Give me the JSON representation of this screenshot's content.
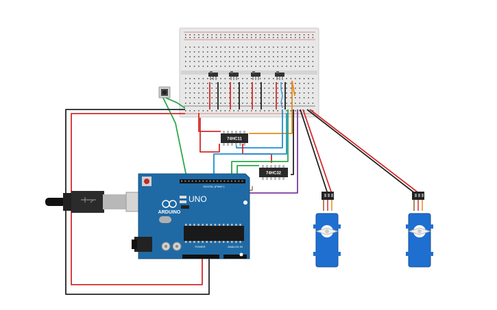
{
  "arduino": {
    "brand": "ARDUINO",
    "model": "UNO",
    "digital_label": "DIGITAL (PWM~)",
    "power_label": "POWER",
    "analog_label": "ANALOG IN",
    "board_color": "#1f6aa5"
  },
  "chips": [
    {
      "label": "74HC11"
    },
    {
      "label": "74HC32"
    }
  ],
  "colors": {
    "wire_red": "#d42a2a",
    "wire_black": "#222222",
    "wire_green": "#2aa84a",
    "wire_blue": "#1c8fd6",
    "wire_orange": "#e58a17",
    "wire_purple": "#7b3aa0",
    "wire_brown": "#8a5a2b",
    "servo_blue": "#1f6fd0",
    "breadboard": "#e6e6e6"
  },
  "components": {
    "switch_count": 4,
    "servo_count": 2,
    "pushbutton_icon": "pushbutton-icon",
    "usb_icon": "usb-plug-icon"
  }
}
